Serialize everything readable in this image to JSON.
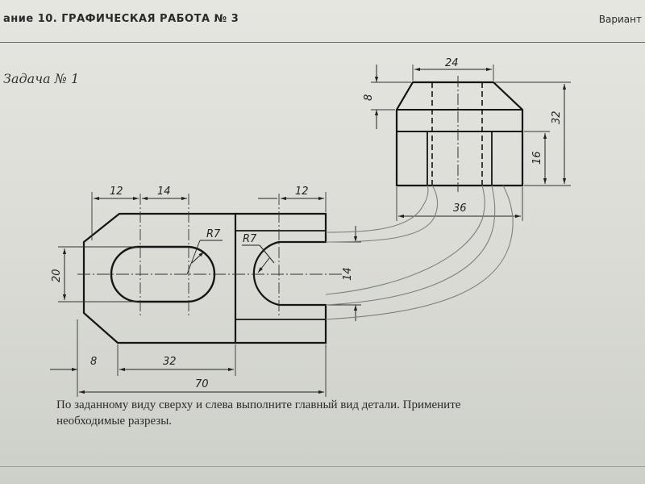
{
  "header": {
    "title": "ание 10. ГРАФИЧЕСКАЯ РАБОТА № 3",
    "variant_label": "Вариант"
  },
  "task": {
    "title": "Задача № 1",
    "instruction_line1": "По заданному виду сверху и слева выполните главный вид детали. Примените",
    "instruction_line2": "необходимые разрезы."
  },
  "drawing": {
    "side_view": {
      "dims": {
        "top_width": "24",
        "chamfer_height": "8",
        "total_height": "32",
        "base_height": "16",
        "base_width": "36"
      }
    },
    "top_view": {
      "dims": {
        "left_offset": "12",
        "hole_width": "14",
        "slot_width": "12",
        "depth": "20",
        "slot_depth": "14",
        "radius1": "R7",
        "radius2": "R7",
        "bottom_left": "8",
        "bottom_mid": "32",
        "total_length": "70"
      }
    },
    "colors": {
      "ink": "#151515",
      "pencil": "#7d7f7c",
      "thin": "#3a3a3a"
    }
  }
}
